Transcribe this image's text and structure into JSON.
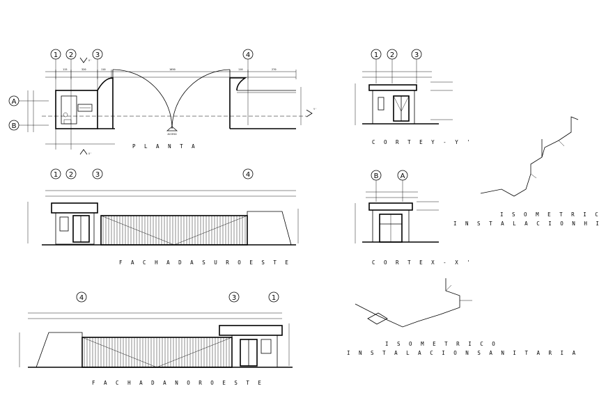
{
  "drawings": {
    "planta": "P L A N T A",
    "corte_yy": "C O R T E   Y - Y '",
    "corte_xx": "C O R T E   X - X '",
    "fachada_suroeste": "F A C H A D A   S U R O E S T E",
    "fachada_noroeste": "F A C H A D A   N O R O E S T E",
    "isometrico_h": "I S O M E T R I C O",
    "instalacion_h": "I N S T A L A C I O N   H I D R A U L I C A",
    "isometrico_s": "I S O M E T R I C O",
    "instalacion_s": "I N S T A L A C I O N   S A N I T A R I A"
  },
  "axes": {
    "a1": "1",
    "a2": "2",
    "a3": "3",
    "a4": "4",
    "aA": "A",
    "aB": "B"
  },
  "plan_marks": {
    "acceso": "ACCESO",
    "yy": "Y'",
    "xx": "X'"
  }
}
